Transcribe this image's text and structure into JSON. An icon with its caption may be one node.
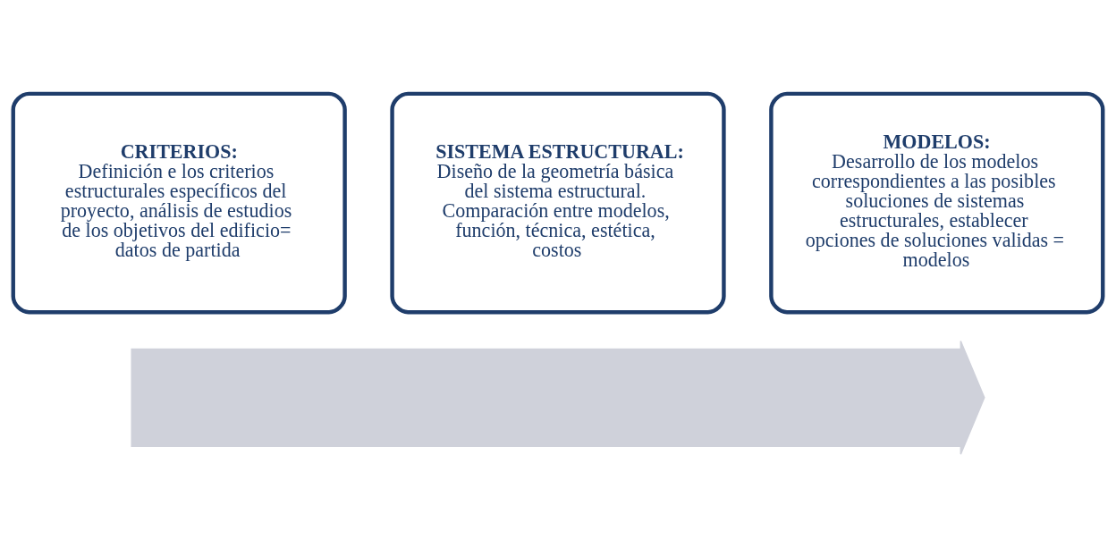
{
  "diagram": {
    "nodes": [
      {
        "text": [],
        "shape": "arrow"
      },
      {
        "text": [
          "CRITERIOS:",
          "Definición e los criterios estructurales específicos del proyecto, análisis de estudios de los objetivos del edificio= datos de partida"
        ]
      },
      {
        "text": [
          "SISTEMA ESTRUCTURAL:",
          "Diseño de la geometría básica del sistema estructural. Comparación entre modelos, función, técnica, estética, costos"
        ]
      },
      {
        "text": [
          "MODELOS:",
          "Desarrollo de los modelos correspondientes a las posibles soluciones de sistemas estructurales, establecer opciones de soluciones validas = modelos"
        ]
      }
    ],
    "edges": []
  }
}
